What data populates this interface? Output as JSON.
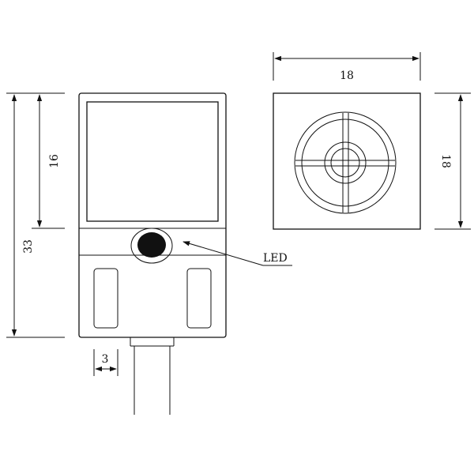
{
  "dimensions": {
    "total_height": "33",
    "window_height": "16",
    "width": "18",
    "depth": "18",
    "hole_offset": "3"
  },
  "labels": {
    "led": "LED"
  },
  "colors": {
    "line": "#111111",
    "led_fill": "#111111",
    "background": "#ffffff"
  }
}
